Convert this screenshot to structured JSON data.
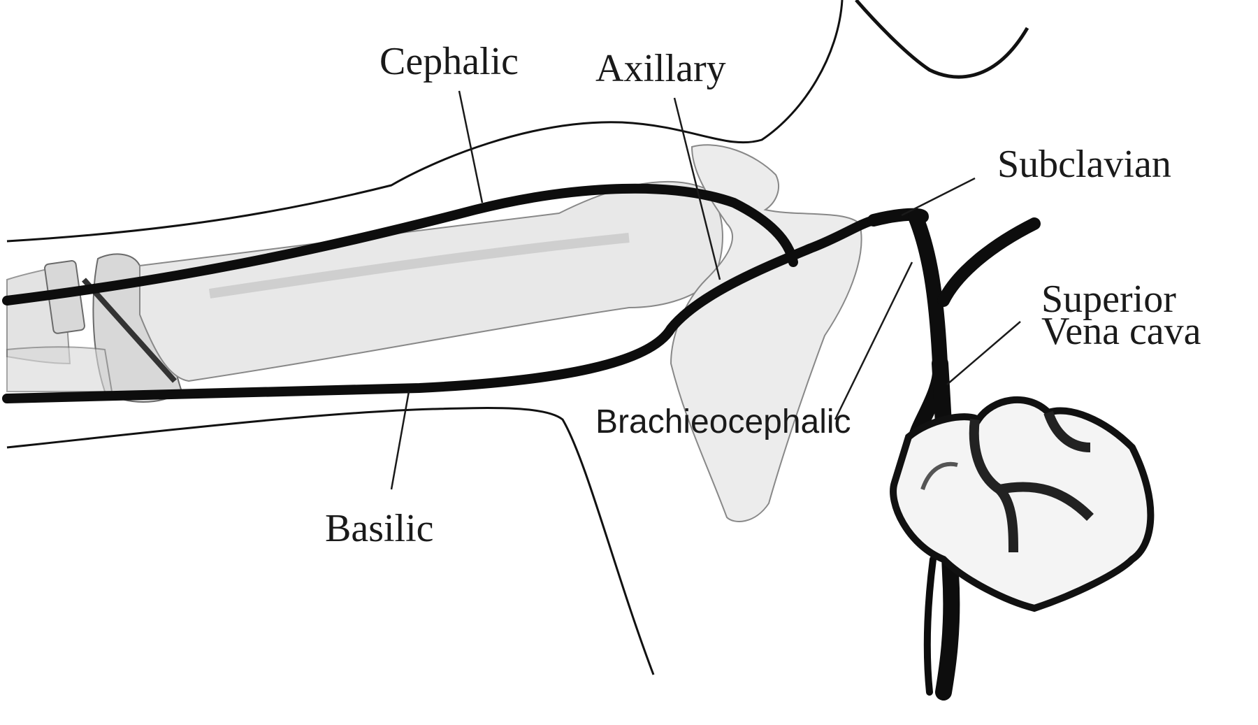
{
  "diagram": {
    "type": "anatomical illustration",
    "subject": "Venous drainage of the upper limb to the heart",
    "colors": {
      "vein": "#0d0d0d",
      "bone_fill": "#e6e6e6",
      "bone_stroke": "#7a7a7a",
      "outline": "#111111",
      "leader": "#1a1a1a",
      "background": "#ffffff"
    },
    "labels": {
      "cephalic": "Cephalic",
      "axillary": "Axillary",
      "subclavian": "Subclavian",
      "superior_line1": "Superior",
      "superior_line2": "Vena cava",
      "brachiocephalic": "Brachieocephalic",
      "basilic": "Basilic"
    },
    "structures": [
      "arm outline",
      "humerus",
      "forearm bones",
      "scapula",
      "cephalic vein",
      "basilic vein",
      "axillary vein",
      "subclavian vein",
      "brachiocephalic vein",
      "superior vena cava",
      "heart"
    ]
  }
}
